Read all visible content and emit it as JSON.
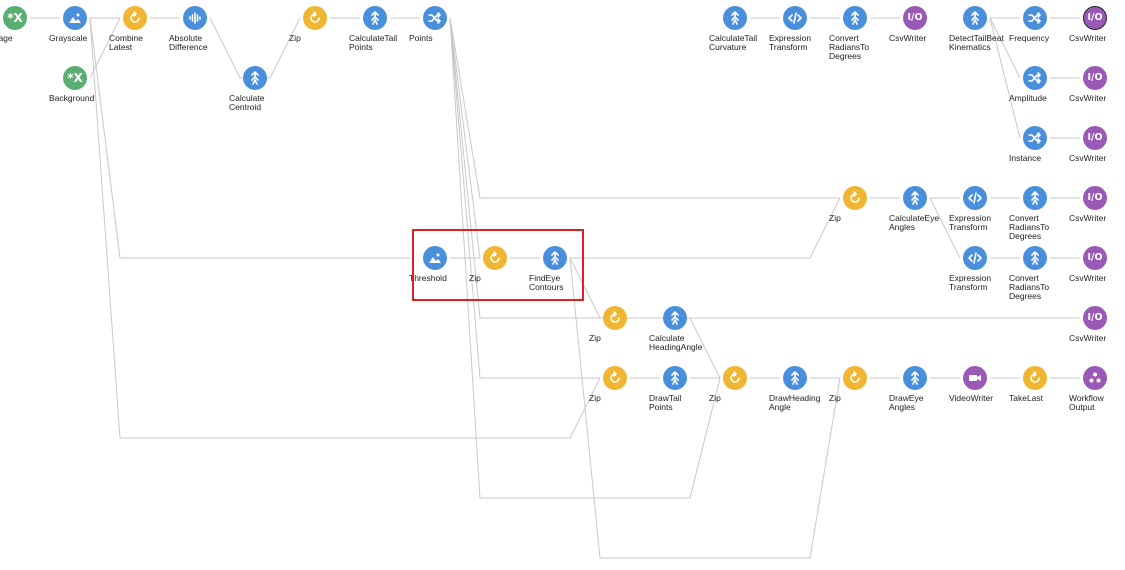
{
  "colors": {
    "source": "#5aae72",
    "transform": "#4a8fdb",
    "combinator": "#f0b631",
    "sink": "#9b59b6",
    "edge": "#c8c8c8",
    "selection": "#e02020"
  },
  "nodes": [
    {
      "id": "image",
      "kind": "source",
      "icon": "x-source-icon",
      "label": "Image",
      "glyph": "*X"
    },
    {
      "id": "grayscale",
      "kind": "transform",
      "icon": "image-icon",
      "label": "Grayscale"
    },
    {
      "id": "combine-latest",
      "kind": "combinator",
      "icon": "combine-icon",
      "label": "Combine\nLatest"
    },
    {
      "id": "absolute-difference",
      "kind": "transform",
      "icon": "waveform-icon",
      "label": "Absolute\nDifference"
    },
    {
      "id": "calculate-centroid",
      "kind": "transform",
      "icon": "process-icon",
      "label": "Calculate\nCentroid"
    },
    {
      "id": "zip-1",
      "kind": "combinator",
      "icon": "combine-icon",
      "label": "Zip"
    },
    {
      "id": "calculate-tail-points",
      "kind": "transform",
      "icon": "process-icon",
      "label": "CalculateTail\nPoints"
    },
    {
      "id": "points",
      "kind": "transform",
      "icon": "shuffle-icon",
      "label": "Points"
    },
    {
      "id": "background",
      "kind": "source",
      "icon": "x-source-icon",
      "label": "Background",
      "glyph": "*X"
    },
    {
      "id": "calculate-tail-curvature",
      "kind": "transform",
      "icon": "process-icon",
      "label": "CalculateTail\nCurvature"
    },
    {
      "id": "expression-transform-1",
      "kind": "transform",
      "icon": "code-icon",
      "label": "Expression\nTransform"
    },
    {
      "id": "convert-radians-1",
      "kind": "transform",
      "icon": "process-icon",
      "label": "Convert\nRadiansTo\nDegrees"
    },
    {
      "id": "csvwriter-1",
      "kind": "sink",
      "icon": "io-icon",
      "label": "CsvWriter",
      "glyph": "I/O"
    },
    {
      "id": "detect-tail-beat",
      "kind": "transform",
      "icon": "process-icon",
      "label": "DetectTailBeat\nKinematics"
    },
    {
      "id": "frequency",
      "kind": "transform",
      "icon": "shuffle-icon",
      "label": "Frequency"
    },
    {
      "id": "csvwriter-2",
      "kind": "sink",
      "icon": "io-icon",
      "label": "CsvWriter",
      "glyph": "I/O"
    },
    {
      "id": "amplitude",
      "kind": "transform",
      "icon": "shuffle-icon",
      "label": "Amplitude"
    },
    {
      "id": "csvwriter-3",
      "kind": "sink",
      "icon": "io-icon",
      "label": "CsvWriter",
      "glyph": "I/O"
    },
    {
      "id": "instance",
      "kind": "transform",
      "icon": "shuffle-icon",
      "label": "Instance"
    },
    {
      "id": "csvwriter-4",
      "kind": "sink",
      "icon": "io-icon",
      "label": "CsvWriter",
      "glyph": "I/O"
    },
    {
      "id": "zip-2",
      "kind": "combinator",
      "icon": "combine-icon",
      "label": "Zip"
    },
    {
      "id": "calculate-eye-angles",
      "kind": "transform",
      "icon": "process-icon",
      "label": "CalculateEye\nAngles"
    },
    {
      "id": "expression-transform-2",
      "kind": "transform",
      "icon": "code-icon",
      "label": "Expression\nTransform"
    },
    {
      "id": "convert-radians-2",
      "kind": "transform",
      "icon": "process-icon",
      "label": "Convert\nRadiansTo\nDegrees"
    },
    {
      "id": "csvwriter-5",
      "kind": "sink",
      "icon": "io-icon",
      "label": "CsvWriter",
      "glyph": "I/O"
    },
    {
      "id": "threshold",
      "kind": "transform",
      "icon": "image-icon",
      "label": "Threshold"
    },
    {
      "id": "zip-3",
      "kind": "combinator",
      "icon": "combine-icon",
      "label": "Zip"
    },
    {
      "id": "find-eye-contours",
      "kind": "transform",
      "icon": "process-icon",
      "label": "FindEye\nContours"
    },
    {
      "id": "expression-transform-3",
      "kind": "transform",
      "icon": "code-icon",
      "label": "Expression\nTransform"
    },
    {
      "id": "convert-radians-3",
      "kind": "transform",
      "icon": "process-icon",
      "label": "Convert\nRadiansTo\nDegrees"
    },
    {
      "id": "csvwriter-6",
      "kind": "sink",
      "icon": "io-icon",
      "label": "CsvWriter",
      "glyph": "I/O"
    },
    {
      "id": "zip-4",
      "kind": "combinator",
      "icon": "combine-icon",
      "label": "Zip"
    },
    {
      "id": "calculate-heading-angle",
      "kind": "transform",
      "icon": "process-icon",
      "label": "Calculate\nHeadingAngle"
    },
    {
      "id": "csvwriter-7",
      "kind": "sink",
      "icon": "io-icon",
      "label": "CsvWriter",
      "glyph": "I/O"
    },
    {
      "id": "zip-5",
      "kind": "combinator",
      "icon": "combine-icon",
      "label": "Zip"
    },
    {
      "id": "draw-tail-points",
      "kind": "transform",
      "icon": "process-icon",
      "label": "DrawTail\nPoints"
    },
    {
      "id": "zip-6",
      "kind": "combinator",
      "icon": "combine-icon",
      "label": "Zip"
    },
    {
      "id": "draw-heading-angle",
      "kind": "transform",
      "icon": "process-icon",
      "label": "DrawHeading\nAngle"
    },
    {
      "id": "zip-7",
      "kind": "combinator",
      "icon": "combine-icon",
      "label": "Zip"
    },
    {
      "id": "draw-eye-angles",
      "kind": "transform",
      "icon": "process-icon",
      "label": "DrawEye\nAngles"
    },
    {
      "id": "video-writer",
      "kind": "sink",
      "icon": "camera-icon",
      "label": "VideoWriter"
    },
    {
      "id": "take-last",
      "kind": "combinator",
      "icon": "combine-icon",
      "label": "TakeLast"
    },
    {
      "id": "workflow-output",
      "kind": "sink",
      "icon": "output-icon",
      "label": "Workflow\nOutput"
    }
  ],
  "edges": [
    [
      "image",
      "grayscale"
    ],
    [
      "grayscale",
      "combine-latest"
    ],
    [
      "combine-latest",
      "absolute-difference"
    ],
    [
      "absolute-difference",
      "calculate-centroid"
    ],
    [
      "calculate-centroid",
      "zip-1"
    ],
    [
      "zip-1",
      "calculate-tail-points"
    ],
    [
      "calculate-tail-points",
      "points"
    ],
    [
      "background",
      "combine-latest"
    ],
    [
      "points",
      "zip-2"
    ],
    [
      "grayscale",
      "threshold"
    ],
    [
      "threshold",
      "zip-3"
    ],
    [
      "zip-3",
      "find-eye-contours"
    ],
    [
      "find-eye-contours",
      "zip-2"
    ],
    [
      "points",
      "zip-4"
    ],
    [
      "find-eye-contours",
      "zip-4"
    ],
    [
      "points",
      "zip-5"
    ],
    [
      "grayscale",
      "zip-5"
    ],
    [
      "calculate-tail-curvature",
      "expression-transform-1"
    ],
    [
      "expression-transform-1",
      "convert-radians-1"
    ],
    [
      "convert-radians-1",
      "csvwriter-1"
    ],
    [
      "detect-tail-beat",
      "frequency"
    ],
    [
      "frequency",
      "csvwriter-2"
    ],
    [
      "detect-tail-beat",
      "amplitude"
    ],
    [
      "amplitude",
      "csvwriter-3"
    ],
    [
      "detect-tail-beat",
      "instance"
    ],
    [
      "instance",
      "csvwriter-4"
    ],
    [
      "zip-2",
      "calculate-eye-angles"
    ],
    [
      "calculate-eye-angles",
      "expression-transform-2"
    ],
    [
      "expression-transform-2",
      "convert-radians-2"
    ],
    [
      "convert-radians-2",
      "csvwriter-5"
    ],
    [
      "calculate-eye-angles",
      "expression-transform-3"
    ],
    [
      "expression-transform-3",
      "convert-radians-3"
    ],
    [
      "convert-radians-3",
      "csvwriter-6"
    ],
    [
      "zip-4",
      "calculate-heading-angle"
    ],
    [
      "calculate-heading-angle",
      "csvwriter-7"
    ],
    [
      "zip-5",
      "draw-tail-points"
    ],
    [
      "draw-tail-points",
      "zip-6"
    ],
    [
      "calculate-heading-angle",
      "zip-6"
    ],
    [
      "zip-6",
      "draw-heading-angle"
    ],
    [
      "draw-heading-angle",
      "zip-7"
    ],
    [
      "zip-7",
      "draw-eye-angles"
    ],
    [
      "draw-eye-angles",
      "video-writer"
    ],
    [
      "video-writer",
      "take-last"
    ],
    [
      "take-last",
      "workflow-output"
    ]
  ],
  "selection": [
    "threshold",
    "zip-3",
    "find-eye-contours"
  ]
}
